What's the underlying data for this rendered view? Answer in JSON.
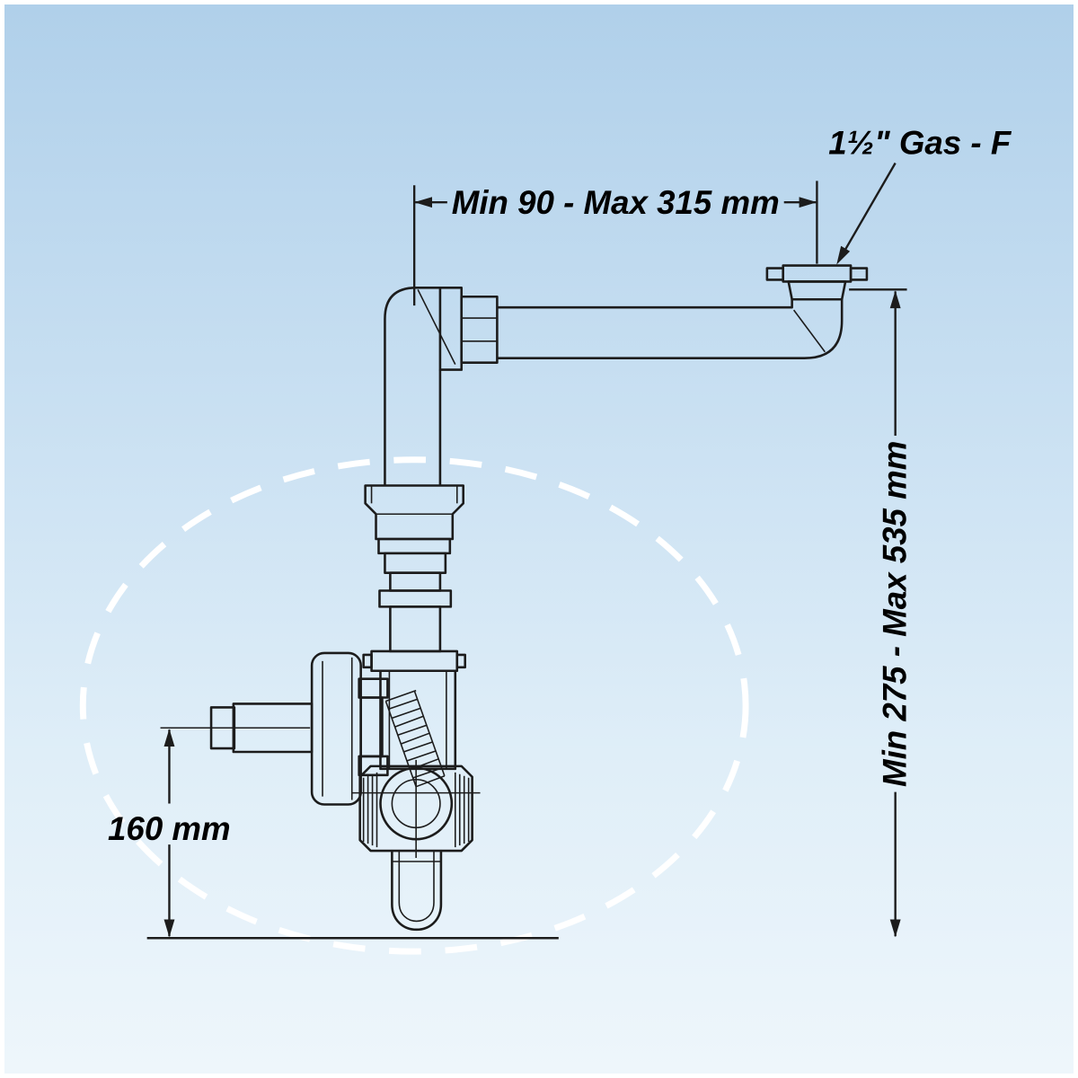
{
  "diagram": {
    "labels": {
      "fitting": "1½\" Gas - F",
      "dim_top": "Min 90 - Max 315 mm",
      "dim_right": "Min 275 - Max 535 mm",
      "dim_left": "160 mm"
    },
    "colors": {
      "line": "#1c1c1c",
      "dashed_circle": "#ffffff",
      "bg_top": "#b0d0ea",
      "bg_bottom": "#eef6fb"
    }
  }
}
